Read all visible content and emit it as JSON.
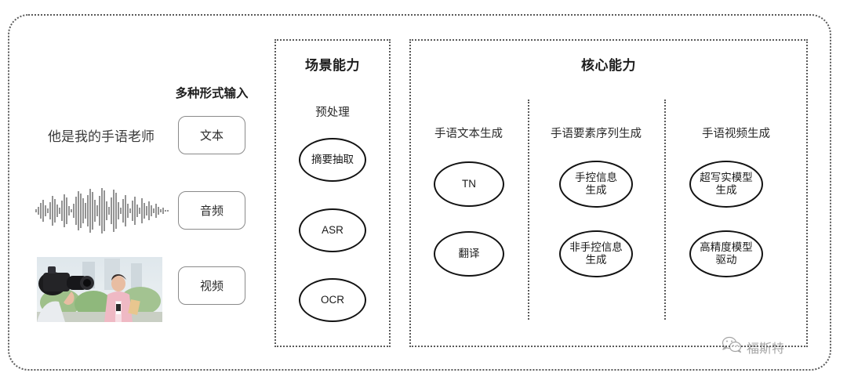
{
  "diagram": {
    "input_column": {
      "header": "多种形式输入",
      "sample_text": "他是我的手语老师",
      "waveform_icon": "audio-waveform",
      "video_thumbnail_icon": "video-thumbnail",
      "buttons": [
        {
          "label": "文本"
        },
        {
          "label": "音频"
        },
        {
          "label": "视频"
        }
      ]
    },
    "scene_section": {
      "title": "场景能力",
      "group_label": "预处理",
      "nodes": [
        {
          "label": "摘要抽取"
        },
        {
          "label": "ASR"
        },
        {
          "label": "OCR"
        }
      ]
    },
    "core_section": {
      "title": "核心能力",
      "columns": [
        {
          "label": "手语文本生成",
          "nodes": [
            {
              "label": "TN"
            },
            {
              "label": "翻译"
            }
          ]
        },
        {
          "label": "手语要素序列生成",
          "nodes": [
            {
              "label": "手控信息\n生成"
            },
            {
              "label": "非手控信息\n生成"
            }
          ]
        },
        {
          "label": "手语视频生成",
          "nodes": [
            {
              "label": "超写实模型\n生成"
            },
            {
              "label": "高精度模型\n驱动"
            }
          ]
        }
      ]
    },
    "watermark": {
      "icon": "wechat-icon",
      "text": "福斯特"
    },
    "colors": {
      "border": "#5a5a5a",
      "node_border": "#121212",
      "button_border": "#8a8a8a",
      "text": "#1d1d1d",
      "background": "#ffffff"
    }
  }
}
